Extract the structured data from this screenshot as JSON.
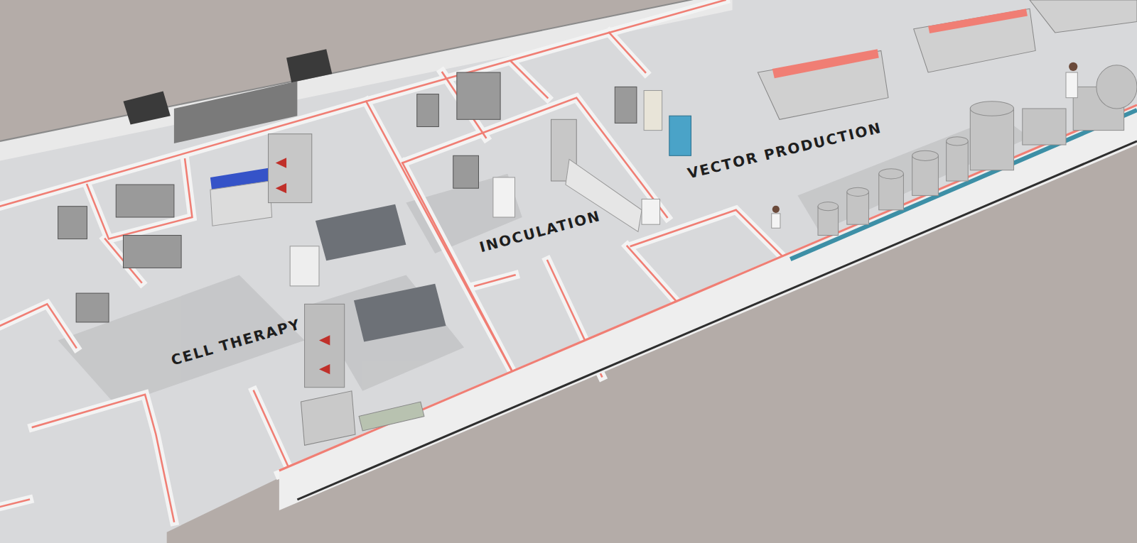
{
  "diagram": {
    "labels": [
      "CELL THERAPY",
      "INOCULATION",
      "VECTOR PRODUCTION"
    ]
  }
}
